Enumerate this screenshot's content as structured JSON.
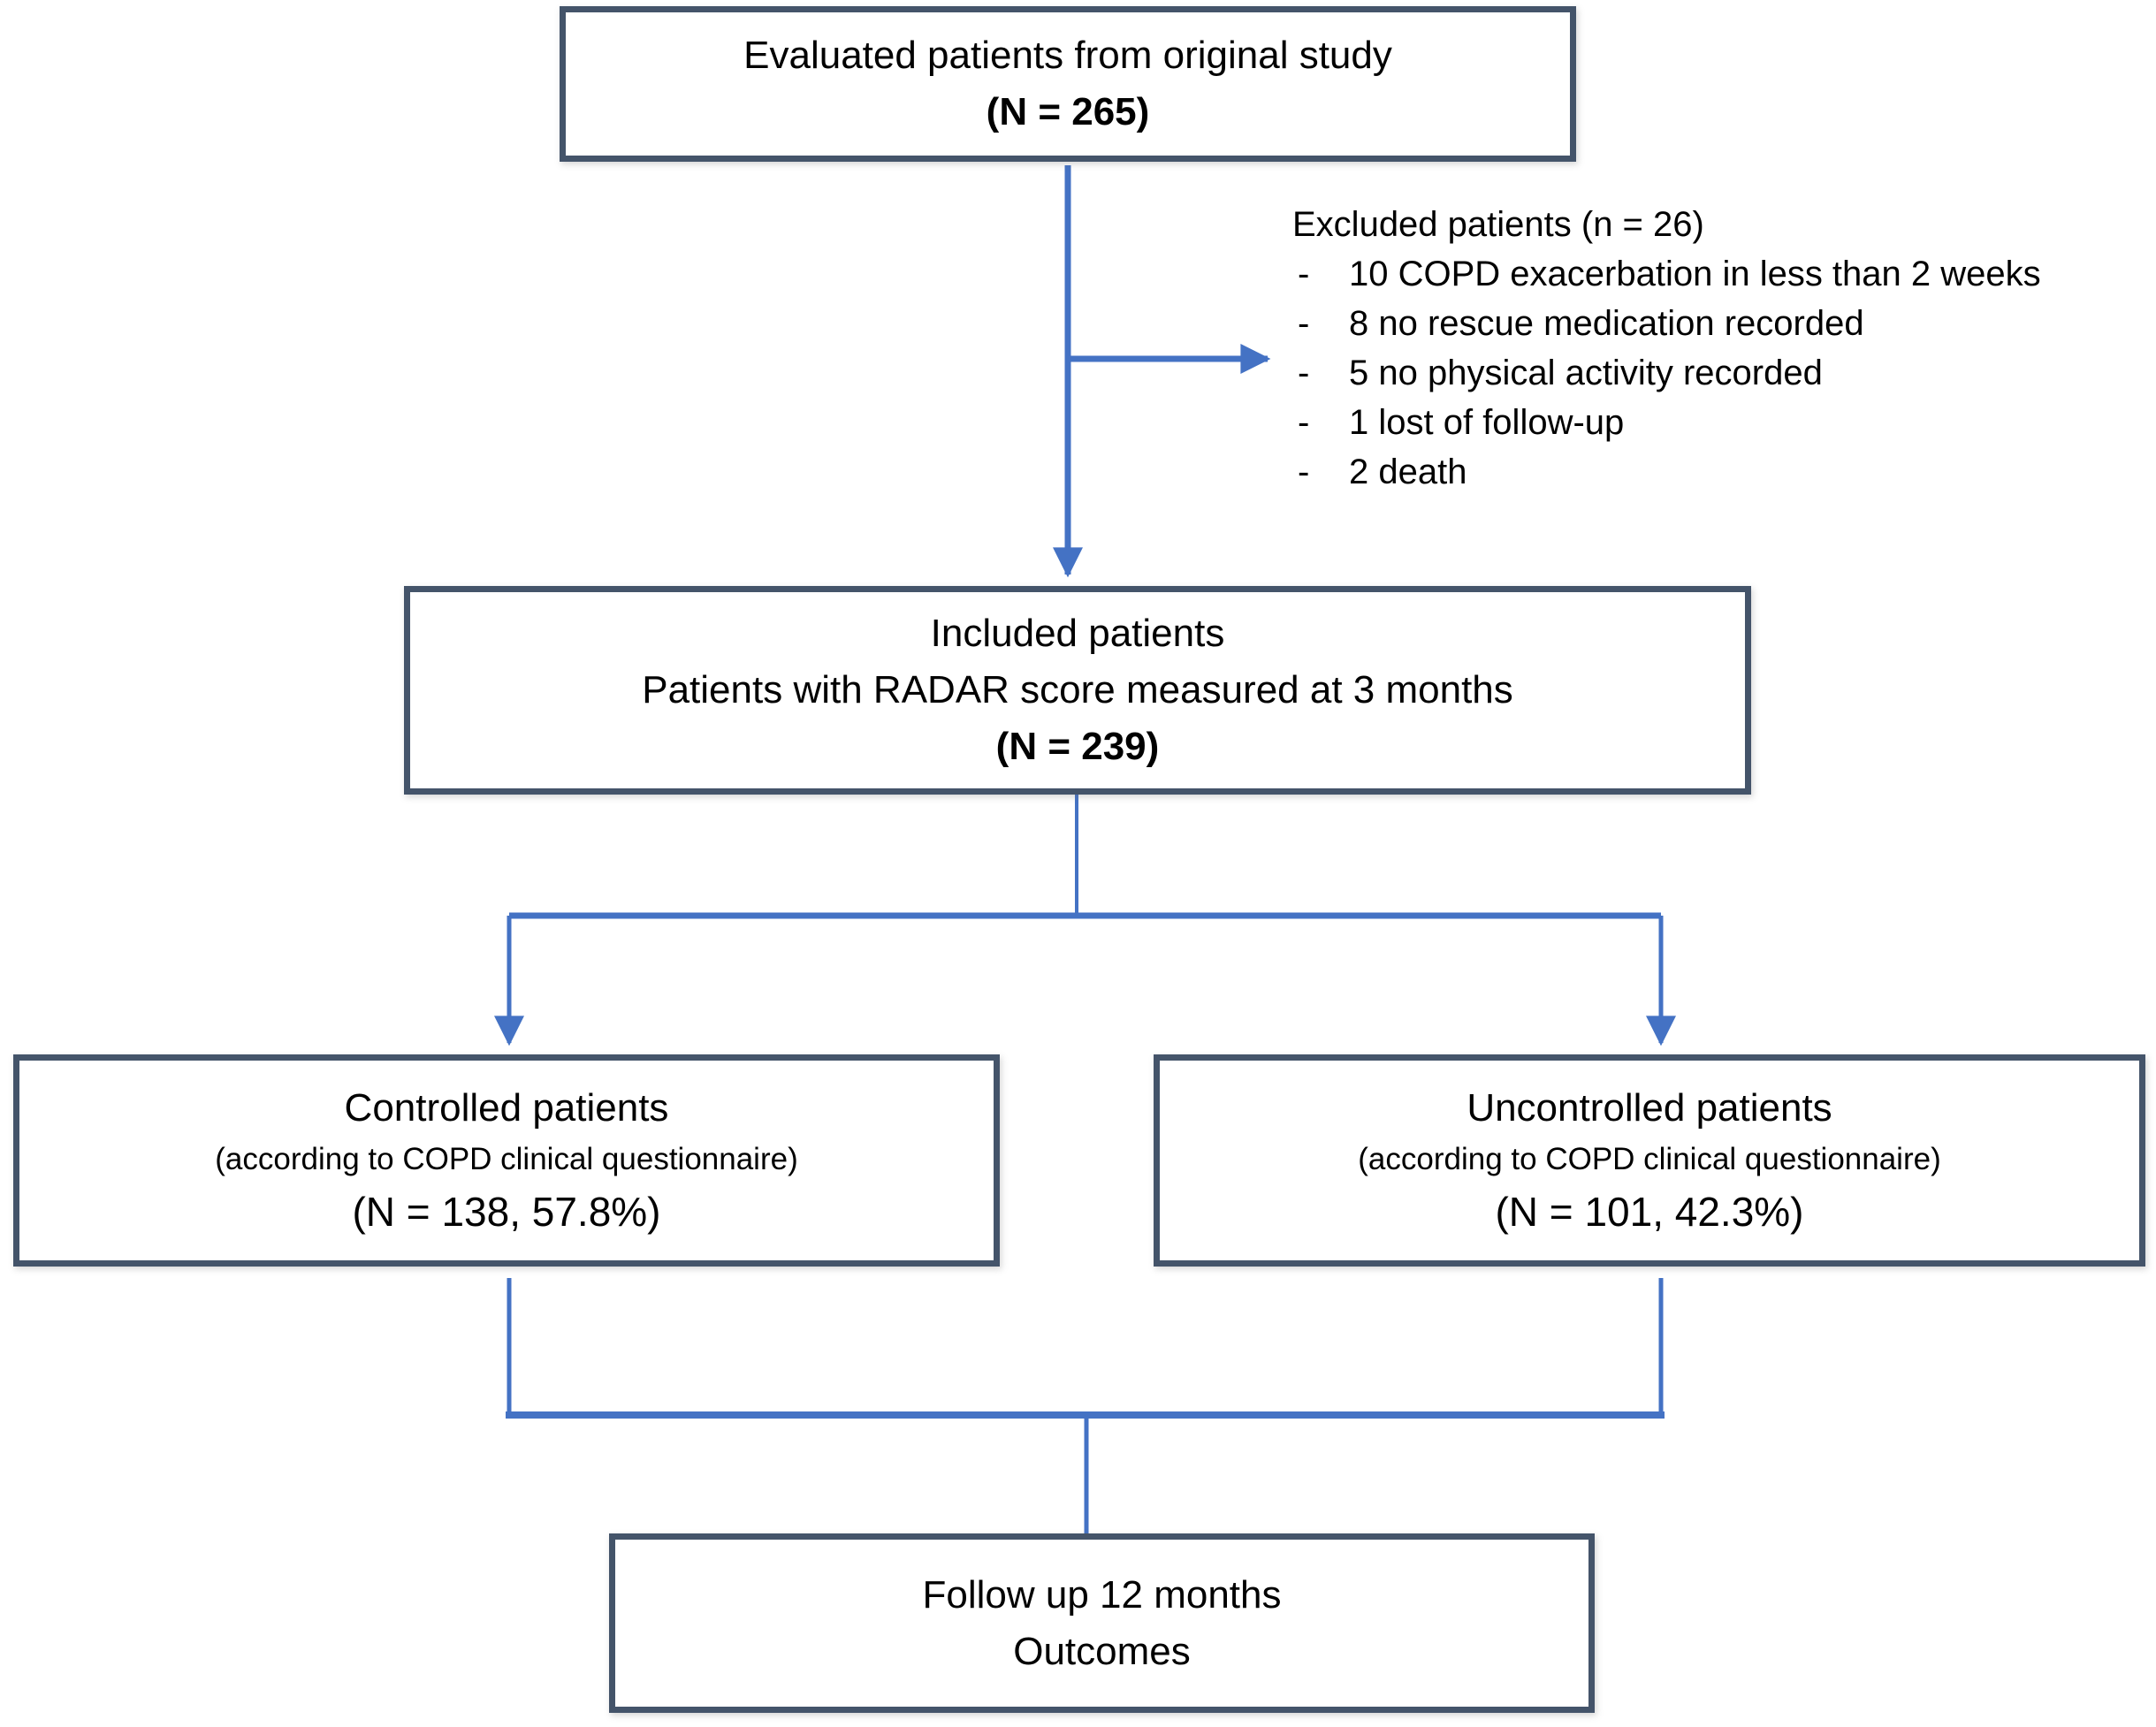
{
  "colors": {
    "box_border": "#44546A",
    "connector_blue": "#4472C4",
    "text": "#000000",
    "background": "#FFFFFF"
  },
  "boxes": {
    "evaluated": {
      "title": "Evaluated patients from original study",
      "n": "(N = 265)"
    },
    "included": {
      "line1": "Included patients",
      "line2": "Patients with RADAR score measured at 3 months",
      "n": "(N = 239)"
    },
    "controlled": {
      "title": "Controlled patients",
      "subtitle": "(according to COPD clinical questionnaire)",
      "n": "(N = 138, 57.8%)"
    },
    "uncontrolled": {
      "title": "Uncontrolled patients",
      "subtitle": "(according to COPD clinical questionnaire)",
      "n": "(N = 101, 42.3%)"
    },
    "followup": {
      "line1": "Follow up 12 months",
      "line2": "Outcomes"
    }
  },
  "excluded": {
    "header": "Excluded patients (n = 26)",
    "bullet": "-",
    "items": [
      "10 COPD exacerbation in less than 2 weeks",
      "8 no rescue medication recorded",
      "5 no physical activity recorded",
      "1 lost of follow-up",
      "2 death"
    ]
  }
}
